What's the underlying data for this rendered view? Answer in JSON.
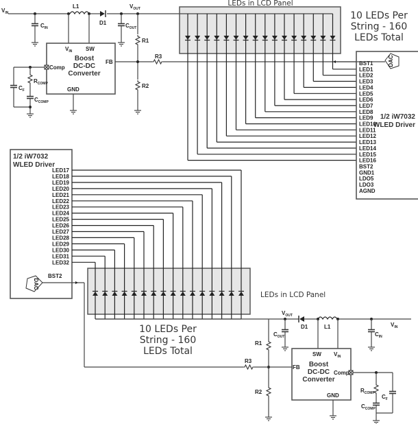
{
  "top_circuit": {
    "vin_label": "V",
    "vin_sub": "IN",
    "vout_label": "V",
    "vout_sub": "OUT",
    "l1": "L1",
    "d1": "D1",
    "cin": "C",
    "cin_sub": "IN",
    "cout": "C",
    "cout_sub": "OUT",
    "r1": "R1",
    "r2": "R2",
    "r3": "R3",
    "cf": "C",
    "cf_sub": "F",
    "rcomp": "R",
    "rcomp_sub": "COMP",
    "ccomp": "C",
    "ccomp_sub": "COMP",
    "converter": {
      "title_lines": [
        "Boost",
        "DC-DC",
        "Converter"
      ],
      "pin_vin": "V",
      "pin_vin_sub": "IN",
      "pin_sw": "SW",
      "pin_fb": "FB",
      "pin_comp": "Comp",
      "pin_gnd": "GND"
    },
    "panel_label": "LEDs in LCD Panel",
    "note_lines": [
      "10 LEDs Per",
      "String - 160",
      "LEDs Total"
    ]
  },
  "driver_1": {
    "title_lines": [
      "1/2 iW7032",
      "WLED Driver"
    ],
    "dac_label": "DAC",
    "pins": [
      "BST1",
      "LED1",
      "LED2",
      "LED3",
      "LED4",
      "LED5",
      "LED6",
      "LED7",
      "LED8",
      "LED9",
      "LED10",
      "LED11",
      "LED12",
      "LED13",
      "LED14",
      "LED15",
      "LED16",
      "BST2",
      "GND1",
      "LDO5",
      "LDO3",
      "AGND"
    ]
  },
  "driver_2": {
    "title_lines": [
      "1/2 iW7032",
      "WLED Driver"
    ],
    "dac_label": "DAC",
    "pins": [
      "LED17",
      "LED18",
      "LED19",
      "LED20",
      "LED21",
      "LED22",
      "LED23",
      "LED24",
      "LED25",
      "LED26",
      "LED27",
      "LED28",
      "LED29",
      "LED30",
      "LED31",
      "LED32"
    ],
    "bst_pin": "BST2"
  },
  "bottom_circuit": {
    "vin_label": "V",
    "vin_sub": "IN",
    "vout_label": "V",
    "vout_sub": "OUT",
    "l1": "L1",
    "d1": "D1",
    "cin": "C",
    "cin_sub": "IN",
    "cout": "C",
    "cout_sub": "OUT",
    "r1": "R1",
    "r2": "R2",
    "r3": "R3",
    "cf": "C",
    "cf_sub": "F",
    "rcomp": "R",
    "rcomp_sub": "COMP",
    "ccomp": "C",
    "ccomp_sub": "COMP",
    "converter": {
      "title_lines": [
        "Boost",
        "DC-DC",
        "Converter"
      ],
      "pin_vin": "V",
      "pin_vin_sub": "IN",
      "pin_sw": "SW",
      "pin_fb": "FB",
      "pin_comp": "Comp",
      "pin_gnd": "GND"
    },
    "panel_label": "LEDs in LCD Panel",
    "note_lines": [
      "10 LEDs Per",
      "String - 160",
      "LEDs Total"
    ]
  },
  "led_strings_per_panel": 16
}
